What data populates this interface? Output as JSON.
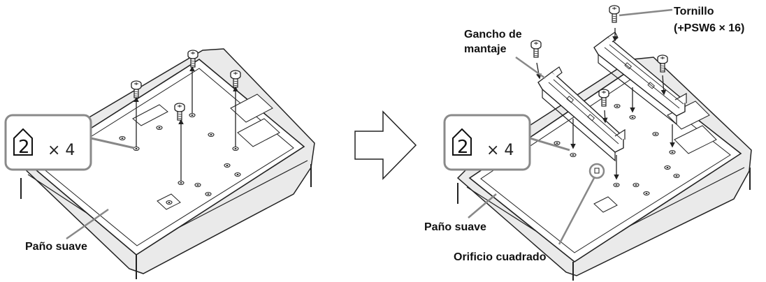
{
  "diagram": {
    "left_view": {
      "callout": {
        "step_number": "2",
        "multiplier": "× 4"
      },
      "cloth_label": "Paño suave"
    },
    "right_view": {
      "callout": {
        "step_number": "2",
        "multiplier": "× 4"
      },
      "cloth_label": "Paño suave",
      "hook_label_line1": "Gancho de",
      "hook_label_line2": "mantaje",
      "screw_label_line1": "Tornillo",
      "screw_label_line2": "(+PSW6 × 16)",
      "hole_label": "Orificio cuadrado"
    }
  }
}
